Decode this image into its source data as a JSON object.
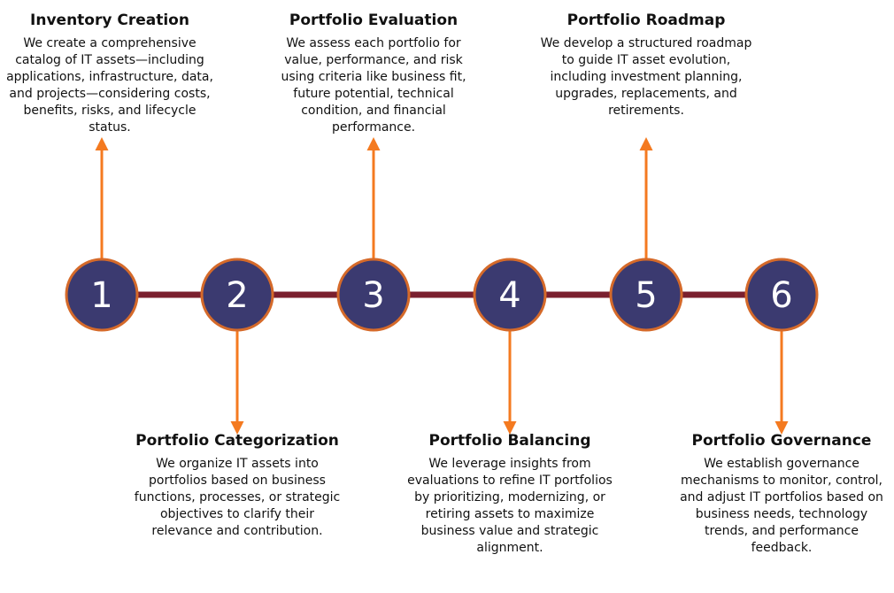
{
  "colors": {
    "connector": "#7a1f2e",
    "arrow": "#f47a20",
    "node_fill": "#3b3a70",
    "node_stroke": "#d56a2a",
    "node_text": "#ffffff"
  },
  "steps": [
    {
      "number": "1",
      "title": "Inventory Creation",
      "position": "top",
      "description": "We create a comprehensive catalog of IT assets—including applications, infrastructure, data, and projects—considering costs, benefits, risks, and lifecycle status."
    },
    {
      "number": "2",
      "title": "Portfolio Categorization",
      "position": "bottom",
      "description": "We organize IT assets into portfolios based on business functions, processes, or strategic objectives to clarify their relevance and contribution."
    },
    {
      "number": "3",
      "title": "Portfolio Evaluation",
      "position": "top",
      "description": "We assess each portfolio for value, performance, and risk using criteria like business fit, future potential, technical condition, and financial performance."
    },
    {
      "number": "4",
      "title": "Portfolio Balancing",
      "position": "bottom",
      "description": "We leverage insights from evaluations to refine IT portfolios by prioritizing, modernizing, or retiring assets to maximize business value and strategic alignment."
    },
    {
      "number": "5",
      "title": "Portfolio Roadmap",
      "position": "top",
      "description": "We develop a structured roadmap to guide IT asset evolution, including investment planning, upgrades, replacements, and retirements."
    },
    {
      "number": "6",
      "title": "Portfolio Governance",
      "position": "bottom",
      "description": "We establish governance mechanisms to monitor, control, and adjust IT portfolios based on business needs, technology trends, and performance feedback."
    }
  ]
}
